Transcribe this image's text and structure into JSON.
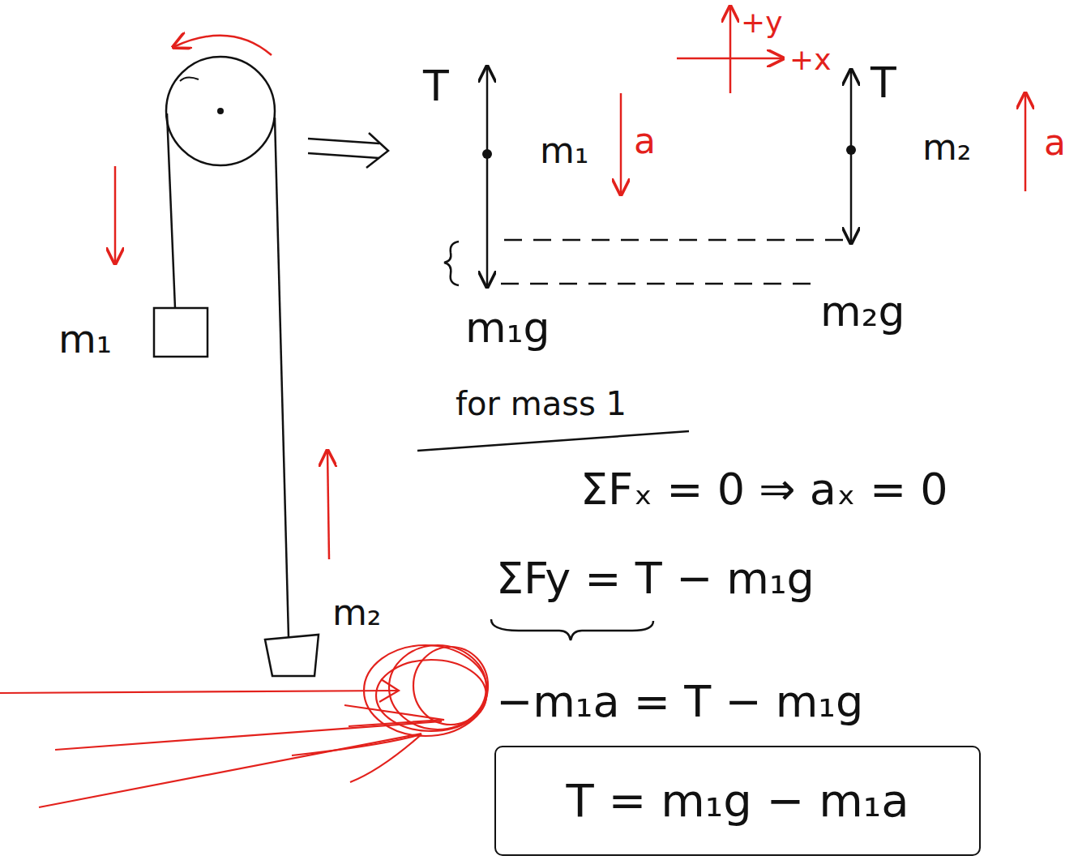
{
  "diagram": {
    "nodes": [
      {
        "text": [
          "T = m₁g − m₁a"
        ]
      }
    ],
    "labels": [
      "m₁",
      "m₂",
      "T",
      "m₁",
      "a",
      "+y",
      "+x",
      "T",
      "m₂",
      "a",
      "m₁g",
      "m₂g",
      "for mass 1",
      "ΣFₓ = 0 ⇒ aₓ = 0",
      "ΣFy = T − m₁g",
      "−m₁a = T − m₁g"
    ]
  }
}
